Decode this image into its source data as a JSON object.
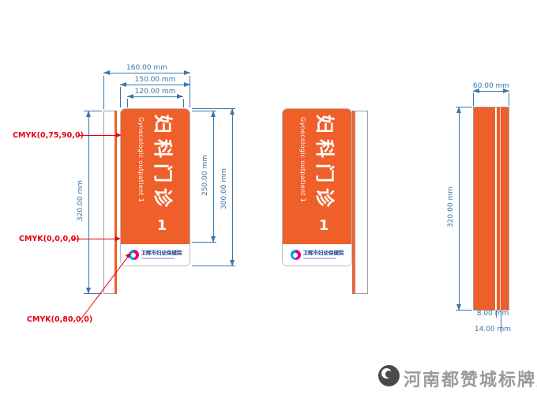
{
  "sign": {
    "title_cn": "妇科门诊",
    "title_en": "Gynecologic outpatient 1",
    "number": "1",
    "logo_text": "卫辉市妇幼保健院"
  },
  "dims": {
    "w160": "160.00 mm",
    "w150": "150.00 mm",
    "w120": "120.00 mm",
    "h320_front": "320.00 mm",
    "h250": "250.00 mm",
    "h300": "300.00 mm",
    "d60": "60.00 mm",
    "h320_side": "320.00 mm",
    "t8": "8.00 mm",
    "t14": "14.00 mm"
  },
  "cmyk": {
    "orange": "CMYK(0,75,90,0)",
    "white": "CMYK(0,0,0,0)",
    "magenta": "CMYK(0,80,0,0)"
  },
  "watermark": {
    "text": "河南都赞城标牌厂"
  },
  "colors": {
    "panel_orange": "#EE5F2A",
    "dimension_blue": "#3B76A9",
    "cmyk_label_red": "#E60012",
    "outline_gray": "#9E9F9F",
    "watermark_gray": "#9A9A9A",
    "logo_pink": "#E5007E",
    "logo_blue": "#00A0E9",
    "logo_text_blue": "#1B3F8F"
  }
}
